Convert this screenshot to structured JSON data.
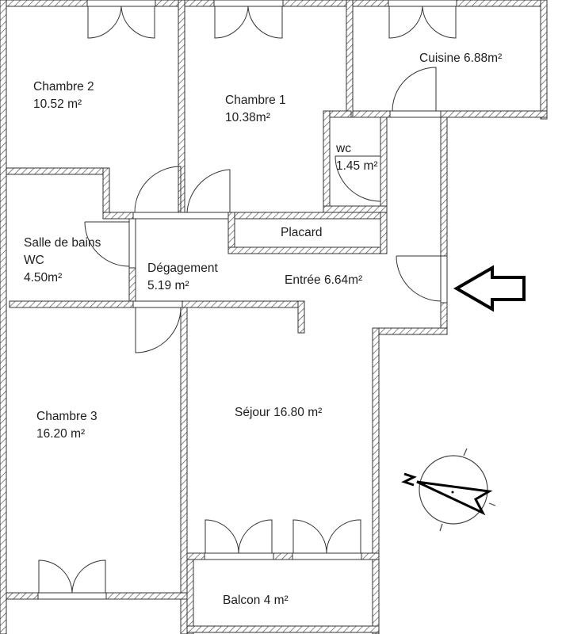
{
  "plan": {
    "type": "floor-plan",
    "rooms": [
      {
        "id": "chambre2",
        "name": "Chambre 2",
        "area": "10.52 m²"
      },
      {
        "id": "chambre1",
        "name": "Chambre 1",
        "area": "10.38m²"
      },
      {
        "id": "cuisine",
        "name": "Cuisine",
        "area": "6.88m²",
        "full": "Cuisine 6.88m²"
      },
      {
        "id": "wc",
        "name": "wc",
        "area": "1.45 m²"
      },
      {
        "id": "placard",
        "name": "Placard"
      },
      {
        "id": "sdb",
        "name": "Salle de bains",
        "name2": "WC",
        "area": "4.50m²"
      },
      {
        "id": "degagement",
        "name": "Dégagement",
        "area": "5.19 m²"
      },
      {
        "id": "entree",
        "name": "Entrée",
        "area": "6.64m²",
        "full": "Entrée 6.64m²"
      },
      {
        "id": "chambre3",
        "name": "Chambre 3",
        "area": "16.20 m²"
      },
      {
        "id": "sejour",
        "name": "Séjour",
        "area": "16.80 m²",
        "full": "Séjour 16.80 m²"
      },
      {
        "id": "balcon",
        "name": "Balcon",
        "area": "4 m²",
        "full": "Balcon 4 m²"
      }
    ],
    "entrance_arrow": "entrance-arrow-left",
    "compass": {
      "icon": "north-compass-icon",
      "north_label": "N"
    },
    "colors": {
      "wall": "#333333",
      "hatch": "#555555",
      "background": "#ffffff",
      "text": "#1e1e1e"
    }
  }
}
